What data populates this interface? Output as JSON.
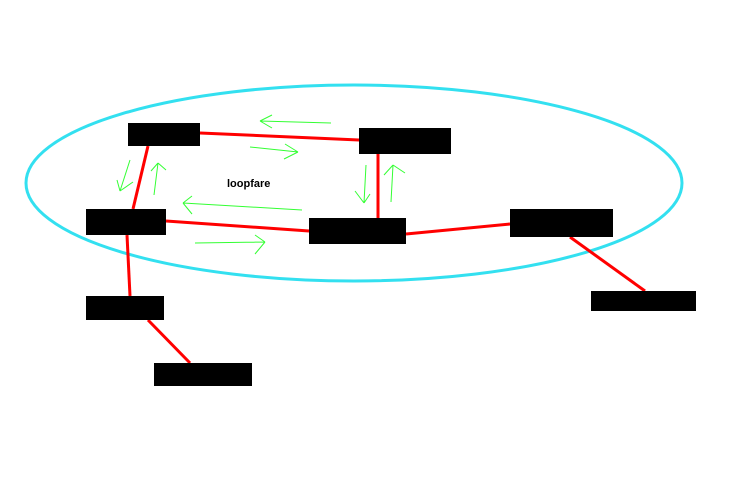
{
  "diagram": {
    "label": "loopfare",
    "colors": {
      "boundary": "#33e0f0",
      "link": "#ff0000",
      "arrow": "#33ff33",
      "node": "#000000"
    },
    "nodes": [
      "n1",
      "n2",
      "n3",
      "n4",
      "n5",
      "n6",
      "n7",
      "n8"
    ],
    "links": [
      [
        "n1",
        "n2"
      ],
      [
        "n1",
        "n3"
      ],
      [
        "n3",
        "n4"
      ],
      [
        "n2",
        "n4"
      ],
      [
        "n4",
        "n5"
      ],
      [
        "n3",
        "n6"
      ],
      [
        "n6",
        "n7"
      ],
      [
        "n5",
        "n8"
      ]
    ]
  }
}
